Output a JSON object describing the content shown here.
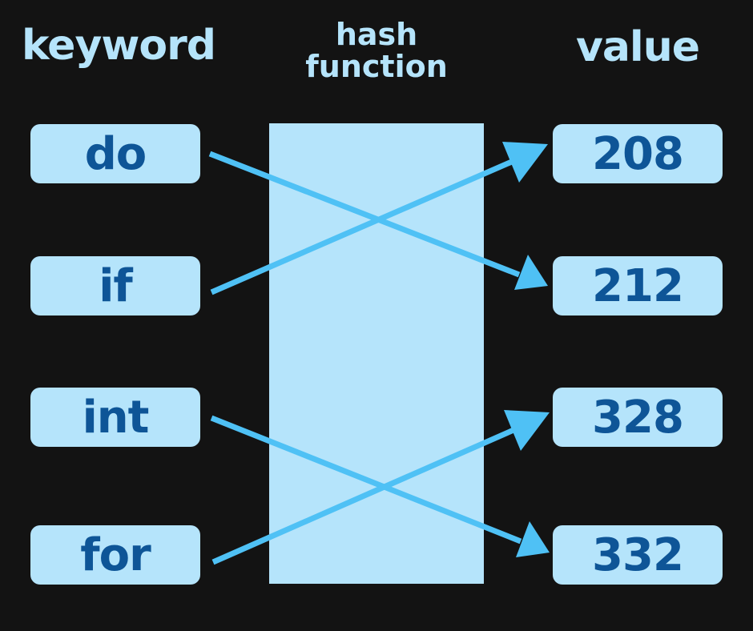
{
  "headers": {
    "keyword": "keyword",
    "hash_line1": "hash",
    "hash_line2": "function",
    "value": "value"
  },
  "keywords": [
    "do",
    "if",
    "int",
    "for"
  ],
  "values": [
    "208",
    "212",
    "328",
    "332"
  ],
  "mappings": [
    {
      "from": "do",
      "to": "212"
    },
    {
      "from": "if",
      "to": "208"
    },
    {
      "from": "int",
      "to": "332"
    },
    {
      "from": "for",
      "to": "328"
    }
  ],
  "colors": {
    "background": "#131313",
    "box_fill": "#b5e4fb",
    "box_text": "#0e5597",
    "arrow": "#4fc1f5"
  }
}
